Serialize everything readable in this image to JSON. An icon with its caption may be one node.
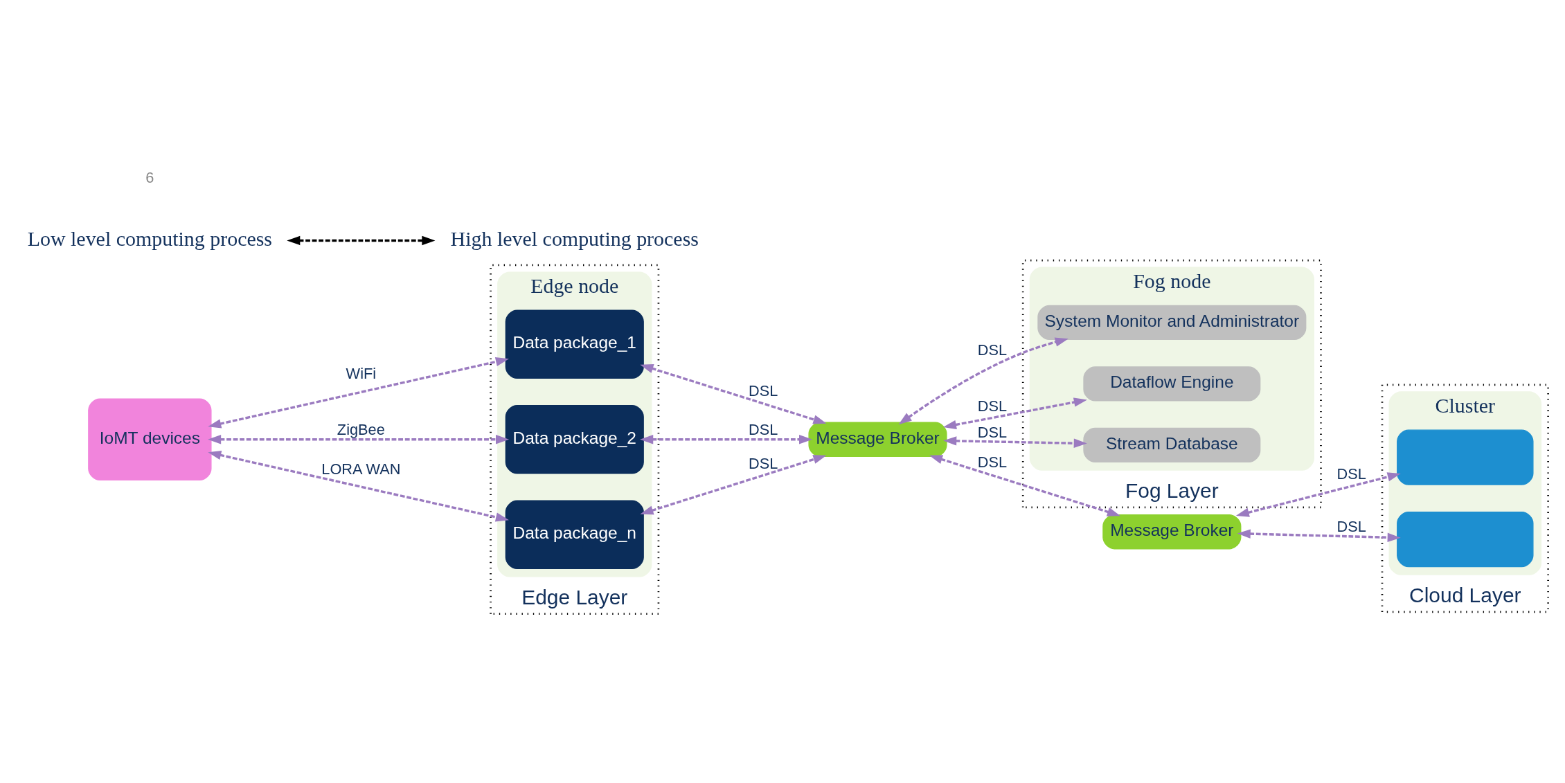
{
  "diagram": {
    "nodes": [
      {
        "text": [
          "Edge Layer"
        ]
      },
      {
        "text": [
          "Edge node"
        ],
        "in": 0
      },
      {
        "text": [
          "Data package_1"
        ],
        "in": 1
      },
      {
        "text": [
          "Data package_2"
        ],
        "in": 1
      },
      {
        "text": [
          "Data package_n"
        ],
        "in": 1
      },
      {
        "text": [
          "Fog Layer"
        ]
      },
      {
        "text": [
          "Fog node"
        ],
        "in": 5
      },
      {
        "text": [
          "System Monitor and Administrator"
        ],
        "in": 6
      },
      {
        "text": [
          "Dataflow Engine"
        ],
        "in": 6
      },
      {
        "text": [
          "Stream Database"
        ],
        "in": 6
      },
      {
        "text": [
          "Message Broker"
        ]
      },
      {
        "text": [
          "Cloud Layer"
        ]
      },
      {
        "text": [
          "Cluster"
        ],
        "in": 11
      },
      {
        "text": [
          "Message Broker"
        ]
      },
      {
        "text": [],
        "shape": "box",
        "in": 12
      },
      {
        "text": [],
        "shape": "box",
        "in": 12
      },
      {
        "text": [
          "IoMT devices"
        ]
      },
      {
        "text": [
          "Low level computing process"
        ]
      },
      {
        "text": [
          "High level computing process"
        ]
      }
    ],
    "edges": [
      {
        "from": 16,
        "to": 2,
        "arrow": "both",
        "style": "dashed",
        "label": "WiFi"
      },
      {
        "from": 16,
        "to": 3,
        "arrow": "both",
        "style": "dashed",
        "label": "ZigBee"
      },
      {
        "from": 16,
        "to": 4,
        "arrow": "both",
        "style": "dashed",
        "label": "LORA WAN"
      },
      {
        "from": 2,
        "to": 10,
        "arrow": "both",
        "style": "dashed",
        "label": "DSL"
      },
      {
        "from": 3,
        "to": 10,
        "arrow": "both",
        "style": "dashed",
        "label": "DSL"
      },
      {
        "from": 4,
        "to": 10,
        "arrow": "both",
        "style": "dashed",
        "label": "DSL"
      },
      {
        "from": 10,
        "to": 7,
        "arrow": "both",
        "style": "dashed",
        "label": "DSL"
      },
      {
        "from": 10,
        "to": 8,
        "arrow": "both",
        "style": "dashed",
        "label": "DSL"
      },
      {
        "from": 10,
        "to": 9,
        "arrow": "both",
        "style": "dashed",
        "label": "DSL"
      },
      {
        "from": 10,
        "to": 13,
        "arrow": "both",
        "style": "dashed",
        "label": "DSL"
      },
      {
        "from": 13,
        "to": 14,
        "arrow": "both",
        "style": "dashed",
        "label": "DSL"
      },
      {
        "from": 13,
        "to": 15,
        "arrow": "both",
        "style": "dashed",
        "label": "DSL"
      },
      {
        "from": 17,
        "to": 18,
        "arrow": "both",
        "style": "dashed",
        "color": "#000000"
      }
    ],
    "labels": [
      "6"
    ]
  }
}
